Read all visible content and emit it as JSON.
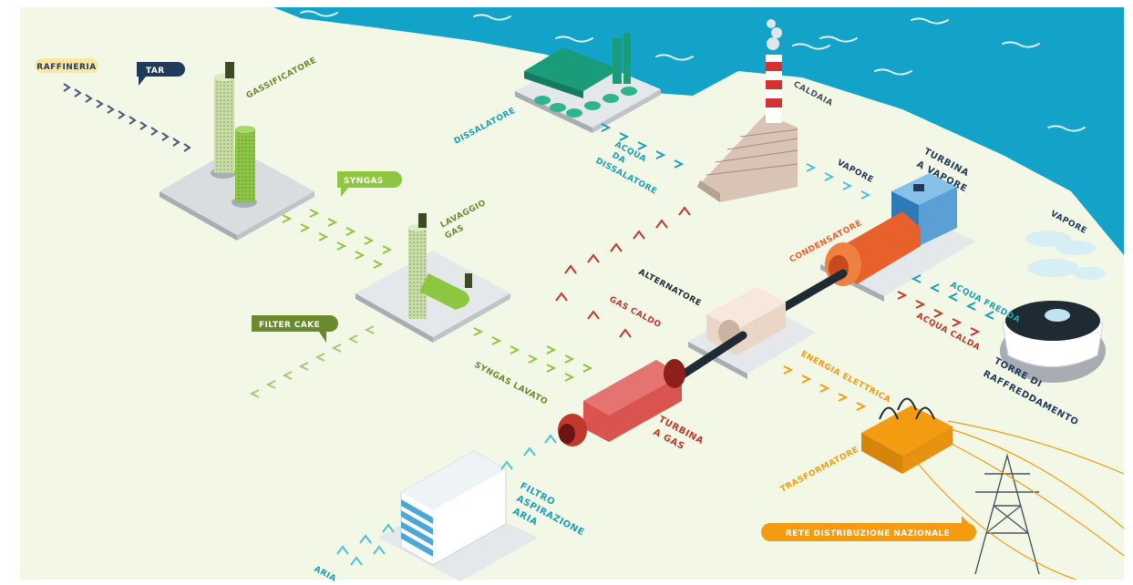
{
  "labels": {
    "raffineria": "RAFFINERIA",
    "tar": "TAR",
    "gassificatore": "GASSIFICATORE",
    "syngas": "SYNGAS",
    "lavaggio_1": "LAVAGGIO",
    "lavaggio_2": "GAS",
    "filter_cake": "FILTER CAKE",
    "syngas_lavato": "SYNGAS LAVATO",
    "dissalatore": "DISSALATORE",
    "acqua_da_1": "ACQUA",
    "acqua_da_2": "DA",
    "acqua_da_3": "DISSALATORE",
    "caldaia": "CALDAIA",
    "vapore_mid": "VAPORE",
    "turbina_vapore_1": "TURBINA",
    "turbina_vapore_2": "A VAPORE",
    "vapore_top": "VAPORE",
    "condensatore": "CONDENSATORE",
    "acqua_fredda": "ACQUA FREDDA",
    "acqua_calda": "ACQUA CALDA",
    "torre_1": "TORRE DI",
    "torre_2": "RAFFREDDAMENTO",
    "alternatore": "ALTERNATORE",
    "gas_caldo": "GAS CALDO",
    "energia_elettrica": "ENERGIA ELETTRICA",
    "trasformatore": "TRASFORMATORE",
    "rete": "RETE DISTRIBUZIONE NAZIONALE",
    "turbina_gas_1": "TURBINA",
    "turbina_gas_2": "A GAS",
    "filtro_1": "FILTRO",
    "filtro_2": "ASPIRAZIONE",
    "filtro_3": "ARIA",
    "aria": "ARIA"
  },
  "colors": {
    "land": "#f3f7e6",
    "sea": "#13a3c8",
    "green_dark": "#6a8a2e",
    "green_light": "#8dc63f",
    "teal": "#1da0b5",
    "red": "#c0392b",
    "orange": "#f39c12",
    "navy": "#1f3a5a"
  }
}
